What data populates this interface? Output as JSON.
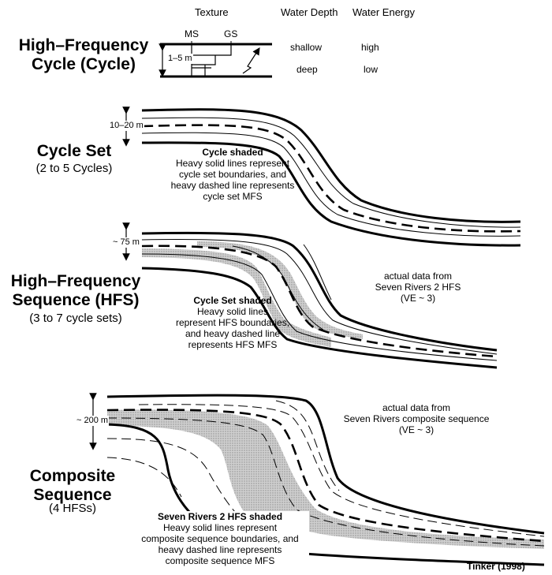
{
  "header": {
    "texture": "Texture",
    "water_depth": "Water Depth",
    "water_energy": "Water Energy",
    "ms": "MS",
    "gs": "GS",
    "shallow": "shallow",
    "deep": "deep",
    "high": "high",
    "low": "low",
    "thickness": "1–5 m"
  },
  "cycle": {
    "title_line1": "High–Frequency",
    "title_line2": "Cycle (Cycle)"
  },
  "cycle_set": {
    "title": "Cycle Set",
    "subtitle": "(2 to 5 Cycles)",
    "thickness": "10–20 m",
    "note_title": "Cycle shaded",
    "note_lines": [
      "Heavy solid lines represent",
      "cycle set boundaries, and",
      "heavy dashed line represents",
      "cycle set MFS"
    ]
  },
  "hfs": {
    "title_line1": "High–Frequency",
    "title_line2": "Sequence (HFS)",
    "subtitle": "(3 to 7 cycle sets)",
    "thickness": "~ 75 m",
    "note_title": "Cycle Set shaded",
    "note_lines": [
      "Heavy solid lines",
      "represent HFS boundaries,",
      "and heavy dashed line",
      "represents HFS MFS"
    ],
    "source_lines": [
      "actual data from",
      "Seven Rivers 2 HFS",
      "(VE ~ 3)"
    ]
  },
  "composite": {
    "title_line1": "Composite",
    "title_line2": "Sequence",
    "subtitle": "(4 HFSs)",
    "thickness": "~ 200 m",
    "note_title": "Seven Rivers 2 HFS shaded",
    "note_lines": [
      "Heavy solid lines represent",
      "composite sequence boundaries, and",
      "heavy dashed line represents",
      "composite sequence MFS"
    ],
    "source_lines": [
      "actual data from",
      "Seven Rivers composite sequence",
      "(VE ~ 3)"
    ]
  },
  "credit": "Tinker (1998)",
  "colors": {
    "ink": "#000000",
    "shade": "#c8c8c8",
    "background": "#ffffff"
  }
}
